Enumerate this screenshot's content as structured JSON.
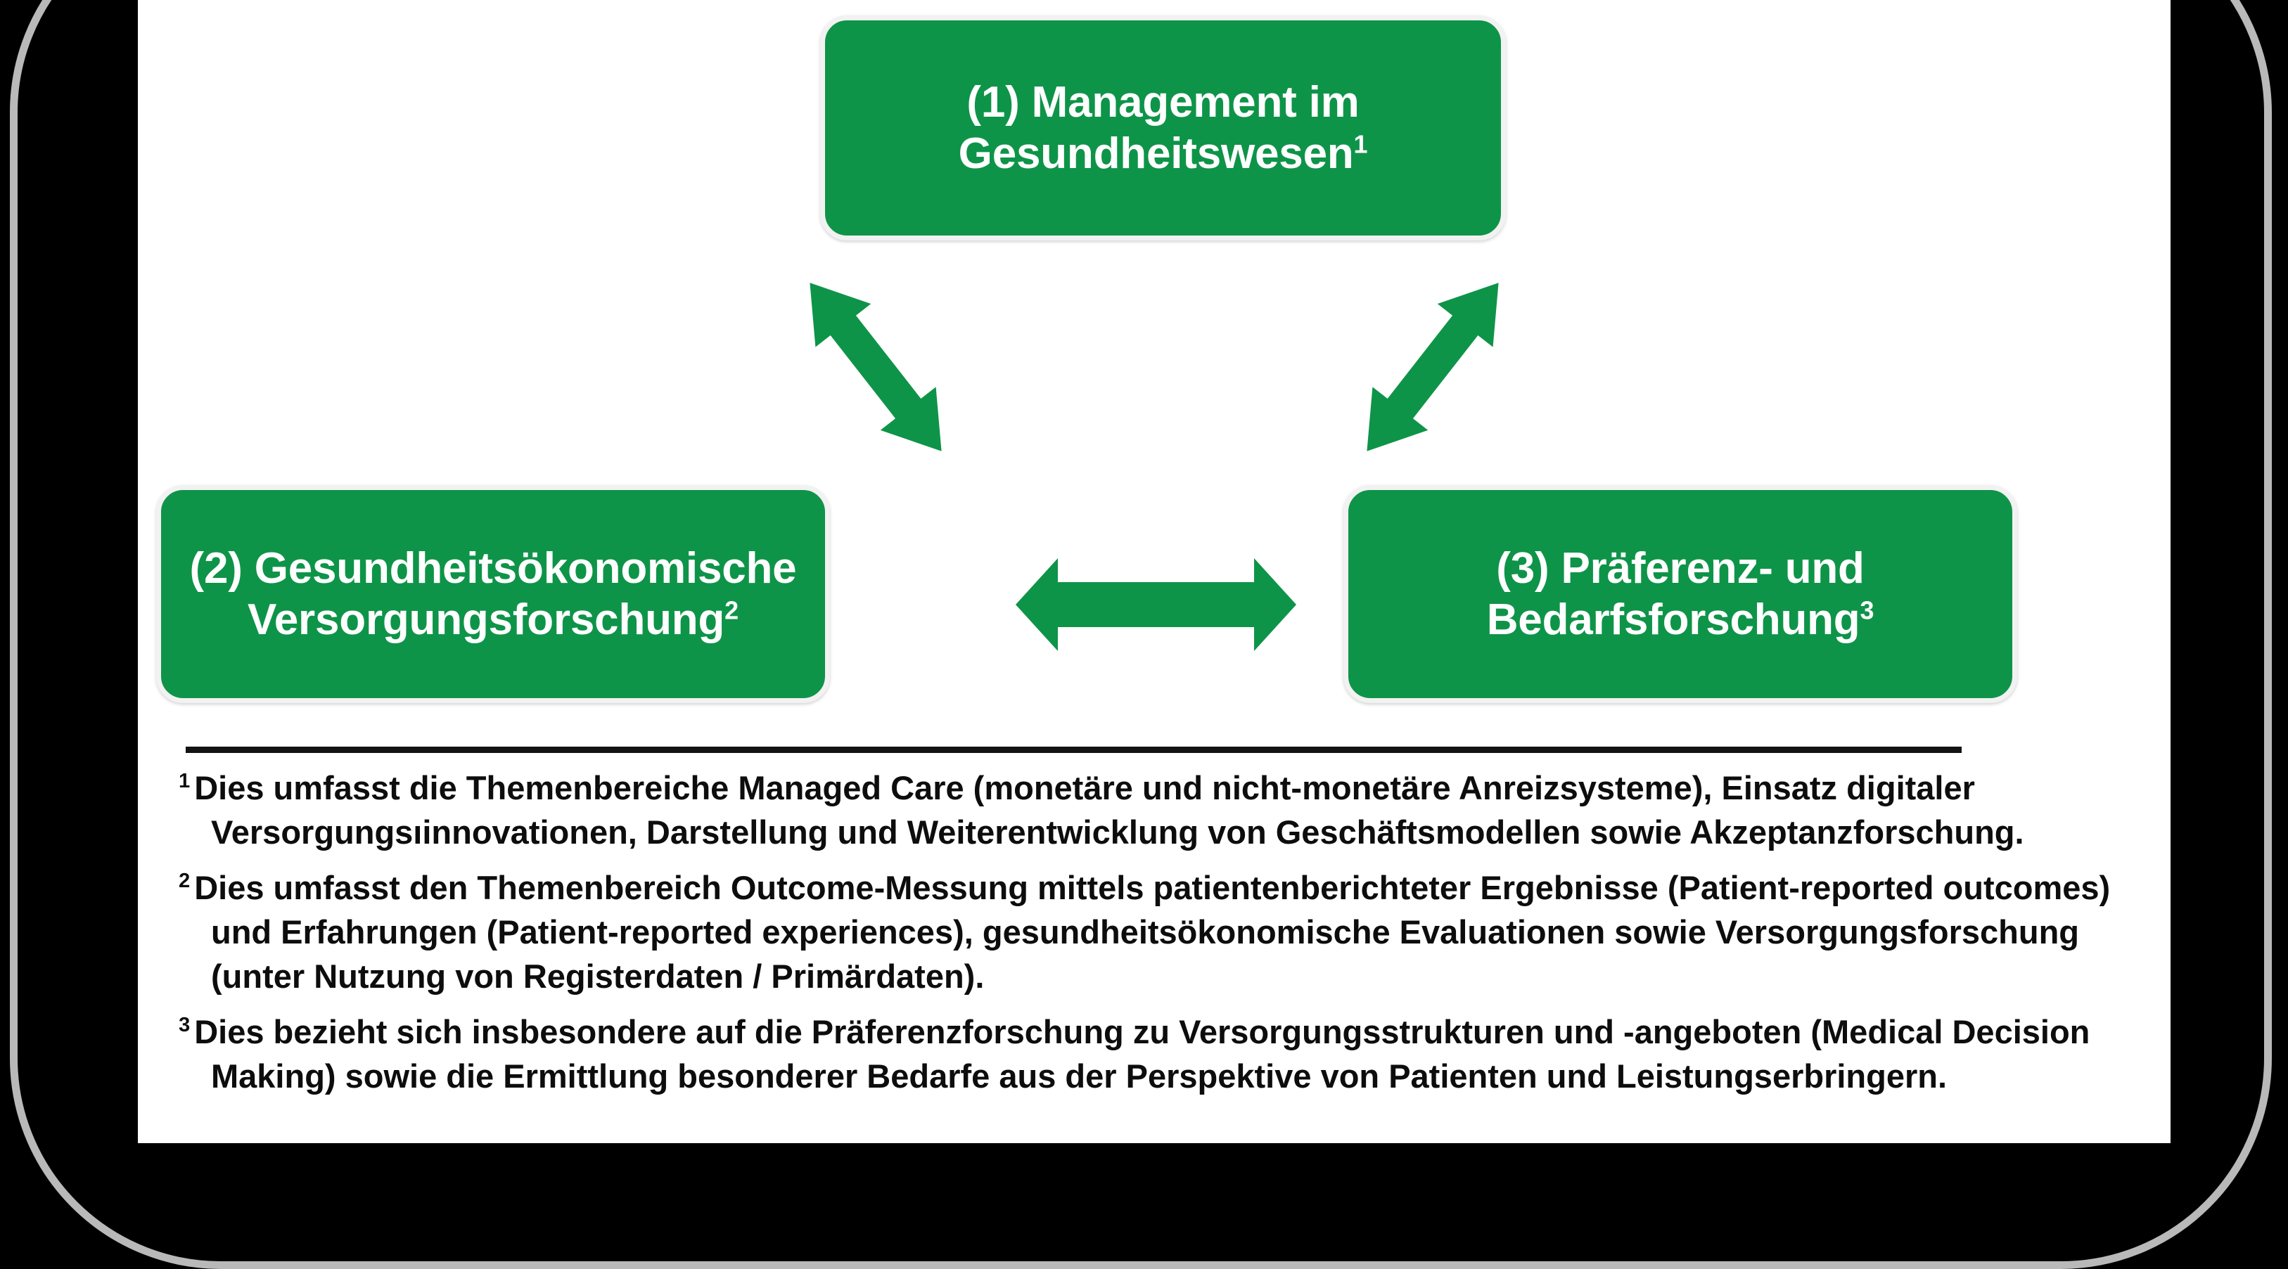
{
  "figure": {
    "type": "triangular-relationship-diagram",
    "accent_color": "#0e9448",
    "box_border_color": "#f2f2f2",
    "text_color": "#ffffff",
    "footnote_color": "#0d0d0d",
    "frame_color": "#b9b9b9",
    "sheet_color": "#ffffff",
    "background_color": "#000000"
  },
  "nodes": [
    {
      "id": "node-1",
      "label": "(1) Management im Gesundheitswesen",
      "line_1": "(1) Management im",
      "line_2": "Gesundheitswesen",
      "superscript": "1"
    },
    {
      "id": "node-2",
      "label": "(2) Gesundheitsökonomische Versorgungsforschung",
      "line_1": "(2) Gesundheitsökonomische",
      "line_2": "Versorgungsforschung",
      "superscript": "2"
    },
    {
      "id": "node-3",
      "label": "(3) Präferenz- und Bedarfsforschung",
      "line_1": "(3) Präferenz- und",
      "line_2": "Bedarfsforschung",
      "superscript": "3"
    }
  ],
  "connectors": [
    {
      "id": "connector-1-2",
      "from": "node-1",
      "to": "node-2",
      "style": "double-headed",
      "orientation": "diagonal-down-left"
    },
    {
      "id": "connector-1-3",
      "from": "node-1",
      "to": "node-3",
      "style": "double-headed",
      "orientation": "diagonal-down-right"
    },
    {
      "id": "connector-2-3",
      "from": "node-2",
      "to": "node-3",
      "style": "double-headed",
      "orientation": "horizontal"
    }
  ],
  "footnotes": [
    {
      "marker": "1",
      "text": "Dies umfasst die Themenbereiche Managed Care (monetäre und nicht-monetäre Anreizsysteme), Einsatz digitaler Versorgungsıinnovationen, Darstellung und Weiterentwicklung von Geschäftsmodellen sowie Akzeptanzforschung."
    },
    {
      "marker": "2",
      "text": "Dies umfasst den Themenbereich Outcome-Messung mittels patientenberichteter Ergebnisse (Patient-reported outcomes) und Erfahrungen (Patient-reported experiences), gesundheitsökonomische Evaluationen sowie Versorgungsforschung (unter Nutzung von Registerdaten / Primärdaten)."
    },
    {
      "marker": "3",
      "text": "Dies bezieht sich insbesondere auf die Präferenzforschung zu Versorgungsstrukturen und -angeboten (Medical Decision Making) sowie die Ermittlung besonderer Bedarfe aus der Perspektive von Patienten und Leistungserbringern."
    }
  ]
}
